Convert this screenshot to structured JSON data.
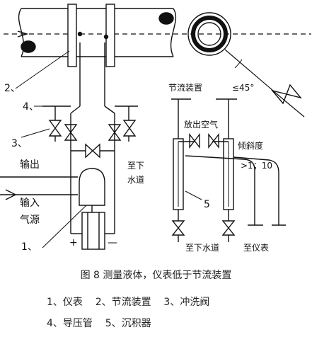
{
  "figure": {
    "caption": "图 8 测量液体，仪表低于节流装置",
    "legend_line1": "1、仪表    2、节流装置    3、冲洗阀",
    "legend_line2": "4、导压管    5、沉积器"
  },
  "labels": {
    "num_2": "2、",
    "num_4": "4、",
    "num_3": "3、",
    "num_1": "1、",
    "num_5": "5",
    "output": "输出",
    "input": "输入",
    "air_source": "气源",
    "to_sewer_left_1": "至下",
    "to_sewer_left_2": "水道",
    "throttle_device": "节流装置",
    "angle": "≤45°",
    "bleed_air": "放出空气",
    "slope": "倾斜度",
    "slope_value": ">1；10",
    "to_sewer_bottom": "至下水道",
    "to_instrument": "至仪表",
    "plus": "+",
    "minus": "—"
  },
  "colors": {
    "ink": "#111111",
    "hatch": "#1a1a1a"
  }
}
